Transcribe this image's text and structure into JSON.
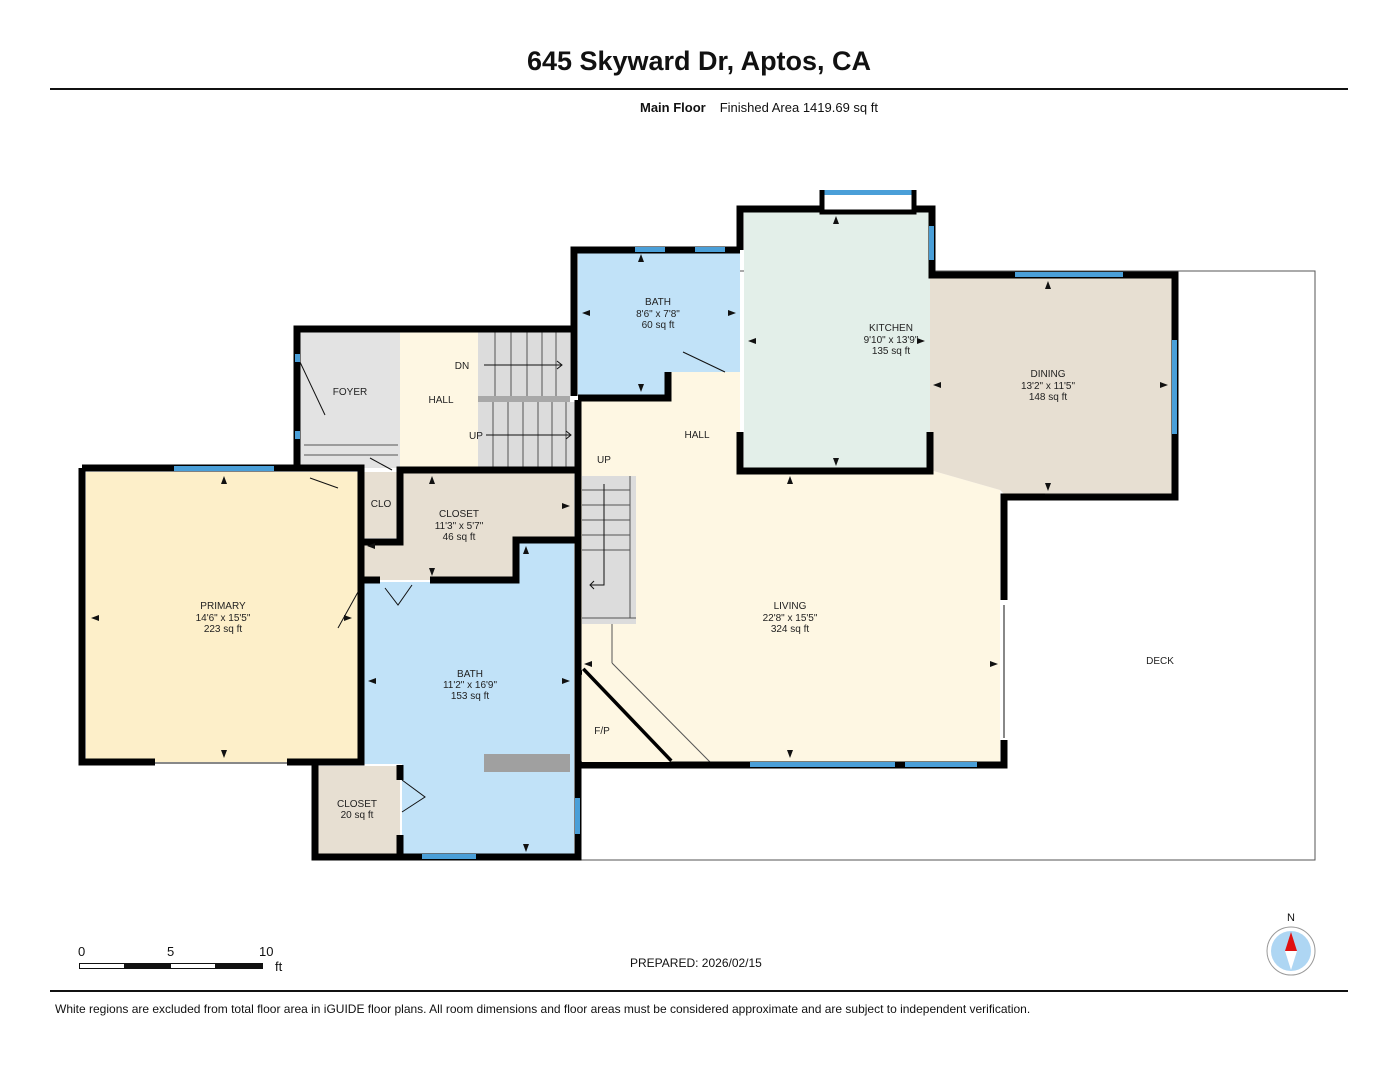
{
  "header": {
    "title": "645 Skyward Dr, Aptos, CA",
    "floor_name": "Main Floor",
    "finished_area": "Finished Area 1419.69 sq ft"
  },
  "colors": {
    "wall": "#000000",
    "window": "#4a9fd8",
    "primary": "#fdefc9",
    "bath": "#c1e2f8",
    "kitchen": "#e3efe9",
    "dining": "#e7dfd2",
    "closet": "#e7dfd2",
    "hall": "#fef7e3",
    "foyer": "#e3e3e3",
    "stairs": "#dcdcdc",
    "deck": "#ffffff"
  },
  "rooms": {
    "foyer": {
      "name": "FOYER"
    },
    "hall_left": {
      "name": "HALL"
    },
    "stairs_dn": {
      "name": "DN"
    },
    "stairs_up": {
      "name": "UP"
    },
    "bath_upper": {
      "name": "BATH",
      "dims": "8'6\" x 7'8\"",
      "area": "60 sq ft"
    },
    "kitchen": {
      "name": "KITCHEN",
      "dims": "9'10\" x 13'9\"",
      "area": "135 sq ft"
    },
    "dining": {
      "name": "DINING",
      "dims": "13'2\" x 11'5\"",
      "area": "148 sq ft"
    },
    "hall_center": {
      "name": "HALL"
    },
    "up_center": {
      "name": "UP"
    },
    "clo": {
      "name": "CLO"
    },
    "closet_mid": {
      "name": "CLOSET",
      "dims": "11'3\" x 5'7\"",
      "area": "46 sq ft"
    },
    "primary": {
      "name": "PRIMARY",
      "dims": "14'6\" x 15'5\"",
      "area": "223 sq ft"
    },
    "bath_main": {
      "name": "BATH",
      "dims": "11'2\" x 16'9\"",
      "area": "153 sq ft"
    },
    "closet_small": {
      "name": "CLOSET",
      "area": "20 sq ft"
    },
    "living": {
      "name": "LIVING",
      "dims": "22'8\" x 15'5\"",
      "area": "324 sq ft"
    },
    "fireplace": {
      "name": "F/P"
    },
    "deck": {
      "name": "DECK"
    }
  },
  "scale_bar": {
    "ticks": [
      "0",
      "5",
      "10"
    ],
    "unit": "ft"
  },
  "prepared": "PREPARED: 2026/02/15",
  "compass": {
    "north_label": "N"
  },
  "footer": {
    "disclaimer": "White regions are excluded from total floor area in iGUIDE floor plans. All room dimensions and floor areas must be considered approximate and are subject to independent verification."
  }
}
